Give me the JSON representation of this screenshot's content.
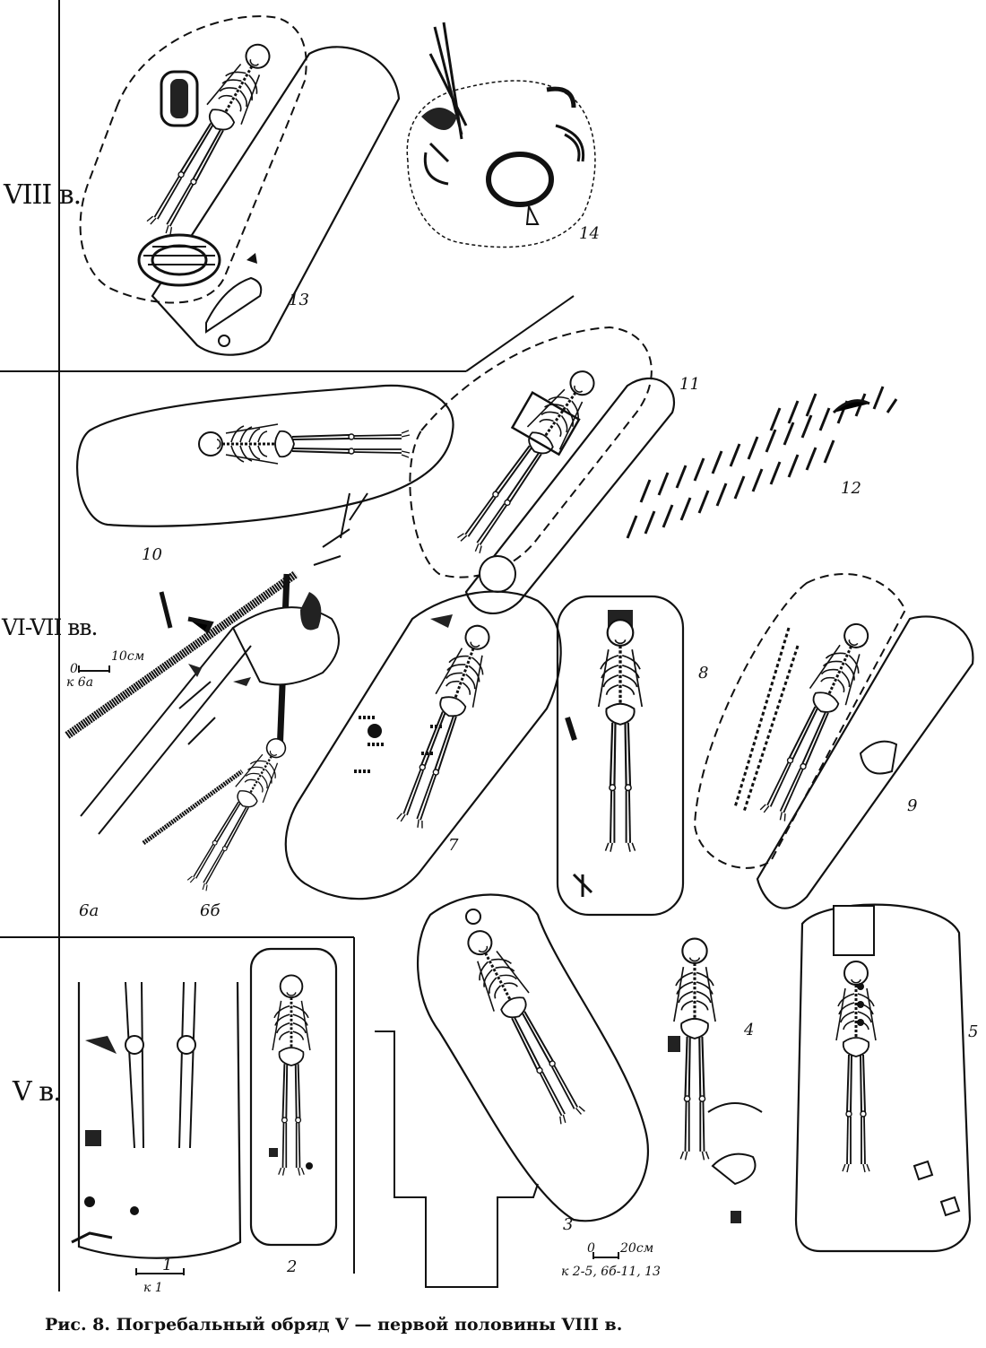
{
  "periods": {
    "viii": "VIII в.",
    "vi_vii": "VI-VII вв.",
    "v": "V в."
  },
  "figure_labels": [
    "1",
    "2",
    "3",
    "4",
    "5",
    "6а",
    "6б",
    "7",
    "8",
    "9",
    "10",
    "11",
    "12",
    "13",
    "14"
  ],
  "scale_a": {
    "zero": "0",
    "value": "10см",
    "ref": "к 6а"
  },
  "scale_b": {
    "zero": "0",
    "value": "20см",
    "ref": "к 2-5, 6б-11, 13"
  },
  "scale_c": {
    "ref": "к 1"
  },
  "caption": "Рис. 8. Погребальный обряд V — первой половины VIII в."
}
